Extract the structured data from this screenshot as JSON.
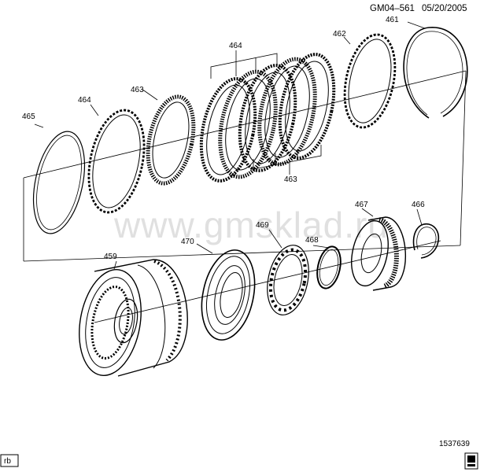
{
  "header": {
    "code": "GM04–561",
    "date": "05/20/2005"
  },
  "watermark": "www.gmsklad.ru",
  "footer": {
    "number": "1537639",
    "corner_tag": "rb"
  },
  "callouts": {
    "c459": "459",
    "c461": "461",
    "c462": "462",
    "c463a": "463",
    "c463b": "463",
    "c464a": "464",
    "c464b": "464",
    "c465": "465",
    "c466": "466",
    "c467": "467",
    "c468": "468",
    "c469": "469",
    "c470": "470"
  },
  "colors": {
    "ink": "#000000",
    "watermark": "#c8c8c8",
    "background": "#ffffff"
  },
  "icons": {
    "corner_badge": "book-icon"
  }
}
